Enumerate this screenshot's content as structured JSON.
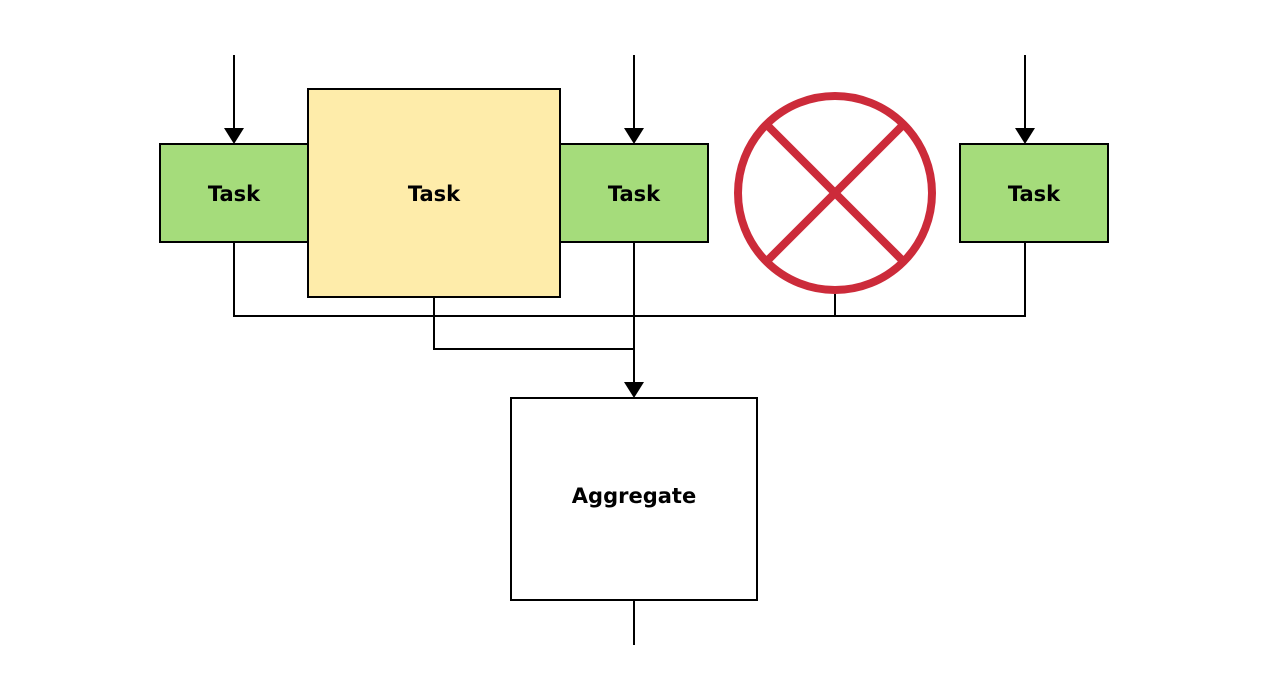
{
  "colors": {
    "task_green": "#a5dc7b",
    "task_yellow": "#feecaa",
    "aggregate_fill": "#ffffff",
    "cancel_red": "#cc2b3a",
    "line": "#000000"
  },
  "nodes": {
    "task_1": {
      "label": "Task",
      "status": "normal"
    },
    "task_2": {
      "label": "Task",
      "status": "slow"
    },
    "task_3": {
      "label": "Task",
      "status": "normal"
    },
    "task_4": {
      "label": "",
      "status": "cancelled",
      "icon": "cancel-x-icon"
    },
    "task_5": {
      "label": "Task",
      "status": "normal"
    },
    "aggregate": {
      "label": "Aggregate"
    }
  },
  "edges": [
    {
      "from": "input",
      "to": "task_1"
    },
    {
      "from": "input",
      "to": "task_3"
    },
    {
      "from": "input",
      "to": "task_5"
    },
    {
      "from": "task_1",
      "to": "aggregate"
    },
    {
      "from": "task_2",
      "to": "aggregate"
    },
    {
      "from": "task_3",
      "to": "aggregate"
    },
    {
      "from": "task_4",
      "to": "aggregate"
    },
    {
      "from": "task_5",
      "to": "aggregate"
    },
    {
      "from": "aggregate",
      "to": "output"
    }
  ]
}
